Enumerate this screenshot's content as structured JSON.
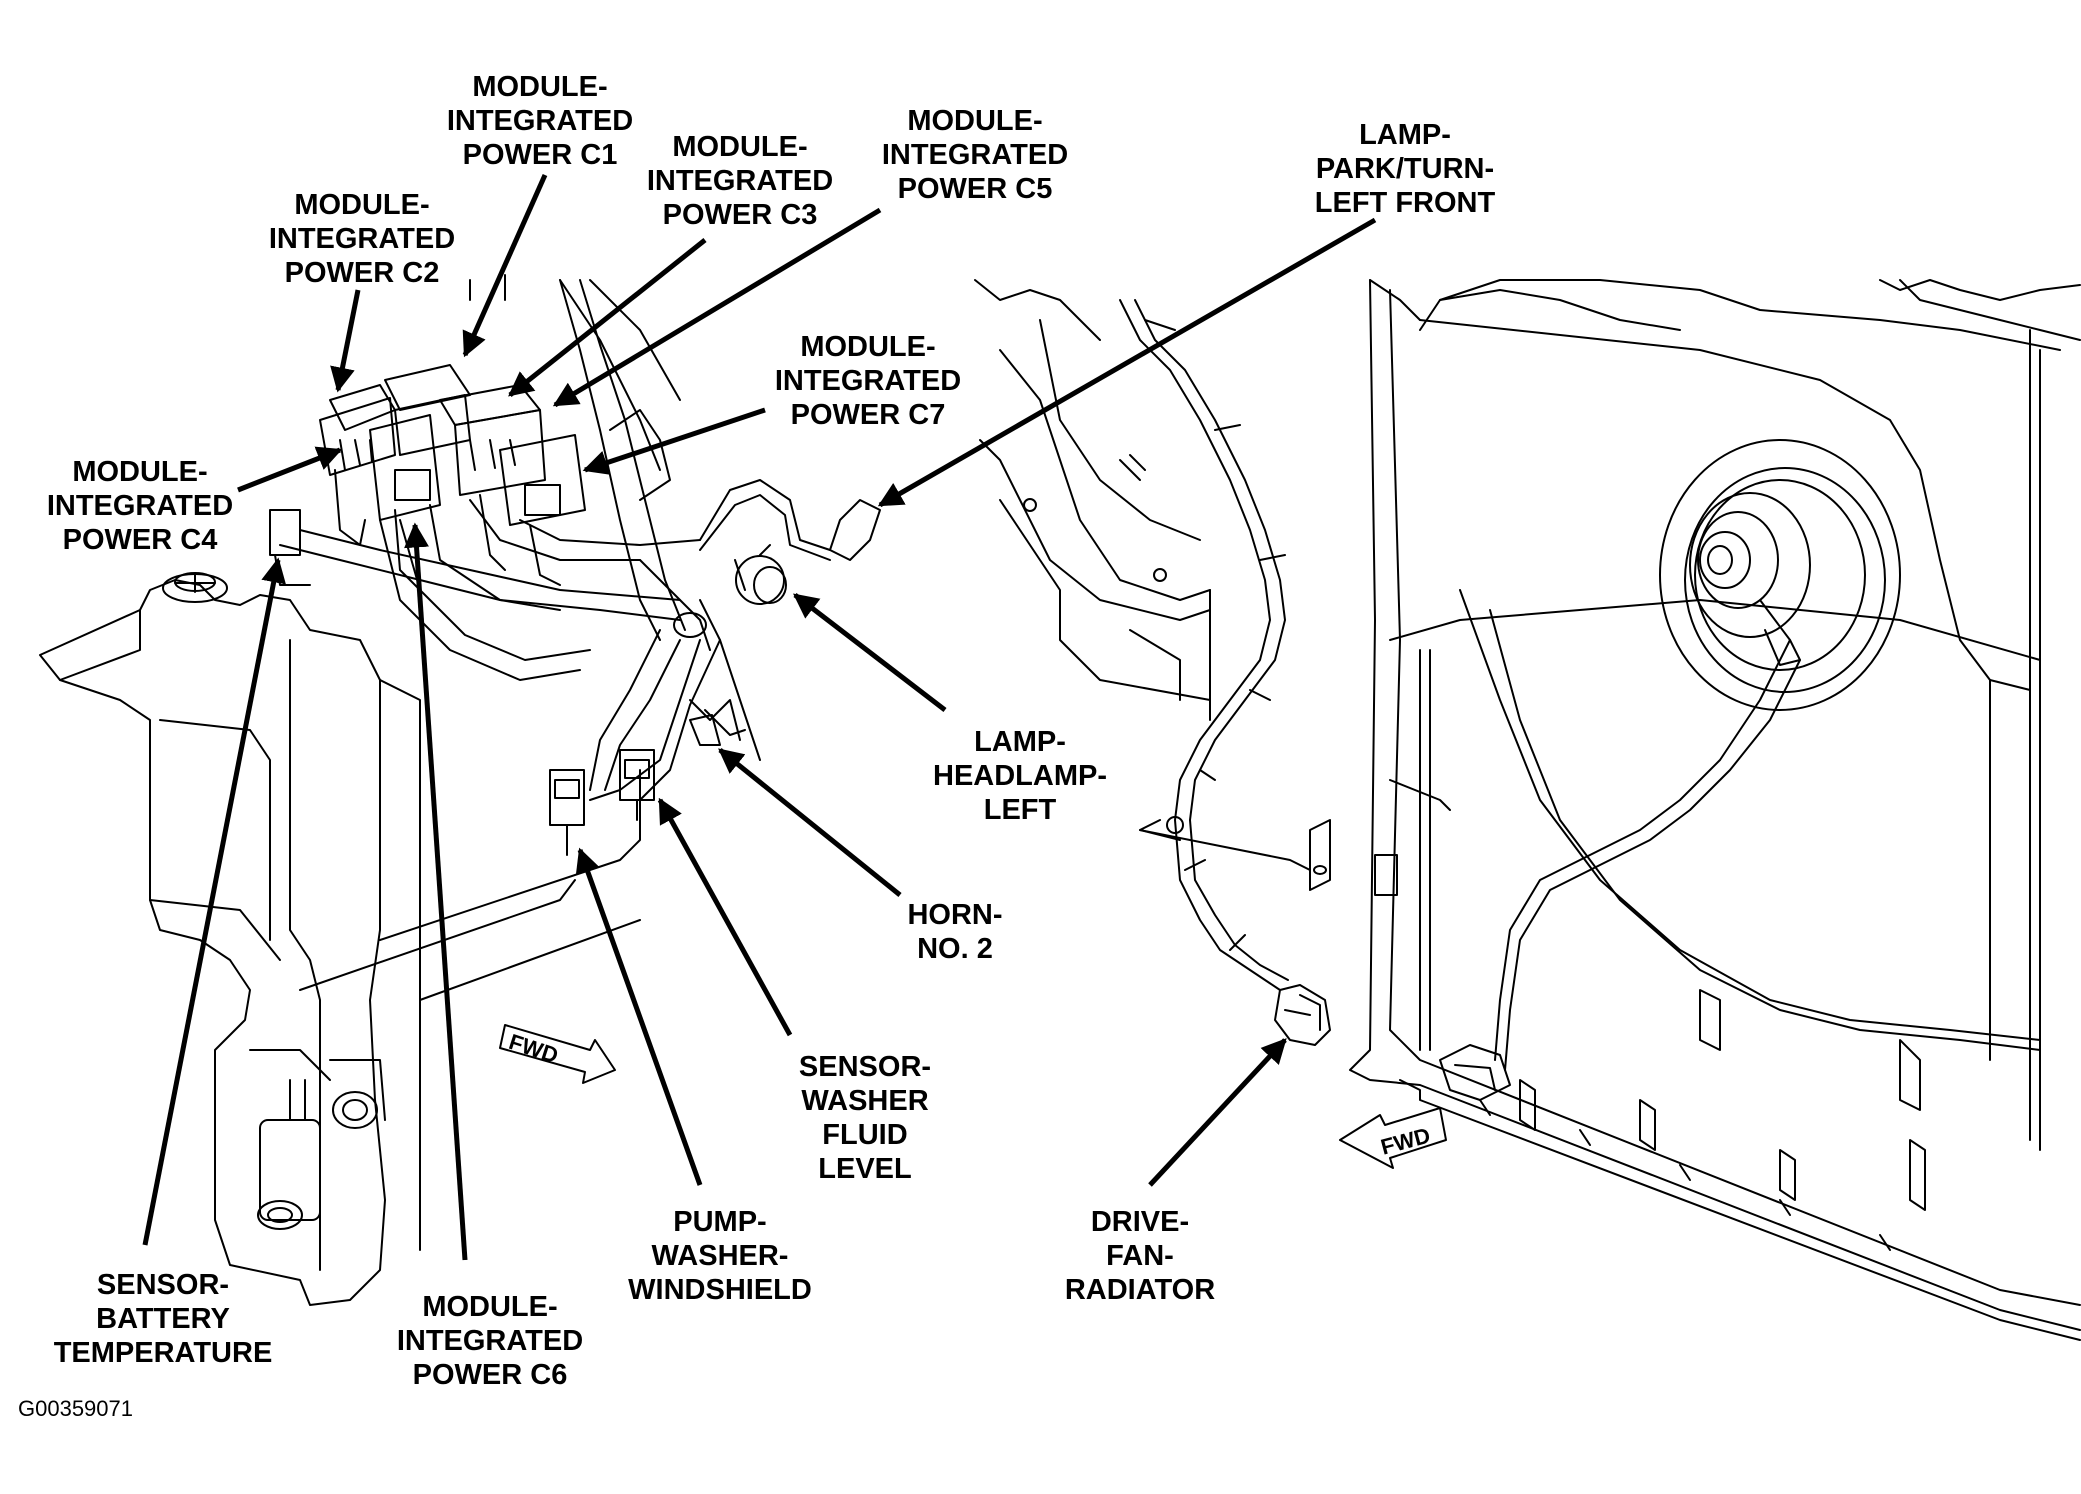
{
  "figure_id": "G00359071",
  "fwd_marker": "FWD",
  "colors": {
    "ink": "#000000",
    "paper": "#ffffff"
  },
  "callouts": [
    {
      "id": "module-integrated-power-c1",
      "lines": [
        "MODULE-",
        "INTEGRATED",
        "POWER C1"
      ]
    },
    {
      "id": "module-integrated-power-c2",
      "lines": [
        "MODULE-",
        "INTEGRATED",
        "POWER C2"
      ]
    },
    {
      "id": "module-integrated-power-c3",
      "lines": [
        "MODULE-",
        "INTEGRATED",
        "POWER C3"
      ]
    },
    {
      "id": "module-integrated-power-c5",
      "lines": [
        "MODULE-",
        "INTEGRATED",
        "POWER C5"
      ]
    },
    {
      "id": "module-integrated-power-c7",
      "lines": [
        "MODULE-",
        "INTEGRATED",
        "POWER C7"
      ]
    },
    {
      "id": "module-integrated-power-c4",
      "lines": [
        "MODULE-",
        "INTEGRATED",
        "POWER C4"
      ]
    },
    {
      "id": "lamp-park-turn-left-front",
      "lines": [
        "LAMP-",
        "PARK/TURN-",
        "LEFT FRONT"
      ]
    },
    {
      "id": "lamp-headlamp-left",
      "lines": [
        "LAMP-",
        "HEADLAMP-",
        "LEFT"
      ]
    },
    {
      "id": "horn-no-2",
      "lines": [
        "HORN-",
        "NO. 2"
      ]
    },
    {
      "id": "sensor-washer-fluid-level",
      "lines": [
        "SENSOR-",
        "WASHER",
        "FLUID",
        "LEVEL"
      ]
    },
    {
      "id": "pump-washer-windshield",
      "lines": [
        "PUMP-",
        "WASHER-",
        "WINDSHIELD"
      ]
    },
    {
      "id": "drive-fan-radiator",
      "lines": [
        "DRIVE-",
        "FAN-",
        "RADIATOR"
      ]
    },
    {
      "id": "sensor-battery-temperature",
      "lines": [
        "SENSOR-",
        "BATTERY",
        "TEMPERATURE"
      ]
    },
    {
      "id": "module-integrated-power-c6",
      "lines": [
        "MODULE-",
        "INTEGRATED",
        "POWER C6"
      ]
    }
  ]
}
